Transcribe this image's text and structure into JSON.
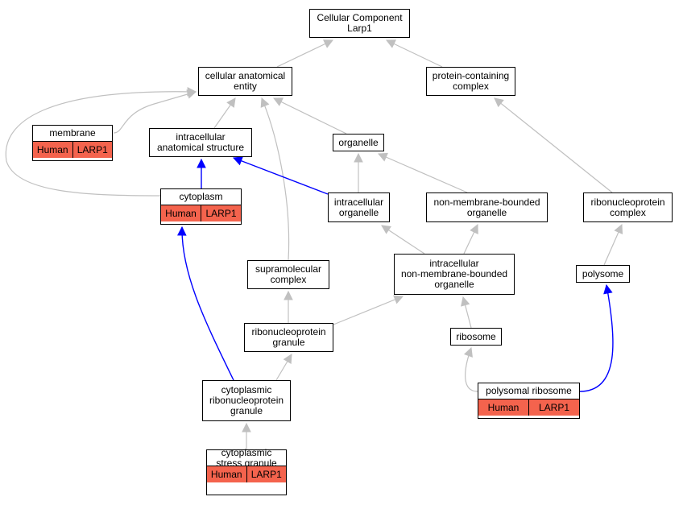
{
  "colors": {
    "edge_gray": "#c0c0c0",
    "edge_blue": "#0000ff",
    "annotation_fill": "#f4634d",
    "node_border": "#000000"
  },
  "nodes": {
    "root": {
      "lines": [
        "Cellular Component",
        "Larp1"
      ]
    },
    "cellular_anatomical_entity": {
      "lines": [
        "cellular anatomical",
        "entity"
      ]
    },
    "protein_containing_complex": {
      "lines": [
        "protein-containing",
        "complex"
      ]
    },
    "membrane": {
      "lines": [
        "membrane"
      ],
      "tags": [
        "Human",
        "LARP1"
      ]
    },
    "intracellular_anatomical_structure": {
      "lines": [
        "intracellular",
        "anatomical structure"
      ]
    },
    "organelle": {
      "lines": [
        "organelle"
      ]
    },
    "cytoplasm": {
      "lines": [
        "cytoplasm"
      ],
      "tags": [
        "Human",
        "LARP1"
      ]
    },
    "intracellular_organelle": {
      "lines": [
        "intracellular",
        "organelle"
      ]
    },
    "non_membrane_bounded_organelle": {
      "lines": [
        "non-membrane-bounded",
        "organelle"
      ]
    },
    "ribonucleoprotein_complex": {
      "lines": [
        "ribonucleoprotein",
        "complex"
      ]
    },
    "supramolecular_complex": {
      "lines": [
        "supramolecular",
        "complex"
      ]
    },
    "intracellular_nmbo": {
      "lines": [
        "intracellular",
        "non-membrane-bounded",
        "organelle"
      ]
    },
    "polysome": {
      "lines": [
        "polysome"
      ]
    },
    "ribonucleoprotein_granule": {
      "lines": [
        "ribonucleoprotein",
        "granule"
      ]
    },
    "ribosome": {
      "lines": [
        "ribosome"
      ]
    },
    "cytoplasmic_rnp_granule": {
      "lines": [
        "cytoplasmic",
        "ribonucleoprotein",
        "granule"
      ]
    },
    "polysomal_ribosome": {
      "lines": [
        "polysomal ribosome"
      ],
      "tags": [
        "Human",
        "LARP1"
      ]
    },
    "cytoplasmic_stress_granule": {
      "lines": [
        "cytoplasmic",
        "stress granule"
      ],
      "tags": [
        "Human",
        "LARP1"
      ]
    }
  },
  "edges": [
    {
      "from": "cellular_anatomical_entity",
      "to": "root",
      "color": "gray"
    },
    {
      "from": "protein_containing_complex",
      "to": "root",
      "color": "gray"
    },
    {
      "from": "membrane",
      "to": "cellular_anatomical_entity",
      "color": "gray"
    },
    {
      "from": "intracellular_anatomical_structure",
      "to": "cellular_anatomical_entity",
      "color": "gray"
    },
    {
      "from": "organelle",
      "to": "cellular_anatomical_entity",
      "color": "gray"
    },
    {
      "from": "cytoplasm",
      "to": "cellular_anatomical_entity",
      "color": "gray"
    },
    {
      "from": "supramolecular_complex",
      "to": "cellular_anatomical_entity",
      "color": "gray"
    },
    {
      "from": "ribonucleoprotein_complex",
      "to": "protein_containing_complex",
      "color": "gray"
    },
    {
      "from": "cytoplasm",
      "to": "intracellular_anatomical_structure",
      "color": "blue"
    },
    {
      "from": "intracellular_organelle",
      "to": "intracellular_anatomical_structure",
      "color": "blue"
    },
    {
      "from": "intracellular_organelle",
      "to": "organelle",
      "color": "gray"
    },
    {
      "from": "non_membrane_bounded_organelle",
      "to": "organelle",
      "color": "gray"
    },
    {
      "from": "intracellular_nmbo",
      "to": "intracellular_organelle",
      "color": "gray"
    },
    {
      "from": "intracellular_nmbo",
      "to": "non_membrane_bounded_organelle",
      "color": "gray"
    },
    {
      "from": "polysome",
      "to": "ribonucleoprotein_complex",
      "color": "gray"
    },
    {
      "from": "ribonucleoprotein_granule",
      "to": "supramolecular_complex",
      "color": "gray"
    },
    {
      "from": "ribonucleoprotein_granule",
      "to": "intracellular_nmbo",
      "color": "gray"
    },
    {
      "from": "ribosome",
      "to": "intracellular_nmbo",
      "color": "gray"
    },
    {
      "from": "cytoplasmic_rnp_granule",
      "to": "ribonucleoprotein_granule",
      "color": "gray"
    },
    {
      "from": "cytoplasmic_rnp_granule",
      "to": "cytoplasm",
      "color": "blue"
    },
    {
      "from": "polysomal_ribosome",
      "to": "ribosome",
      "color": "gray"
    },
    {
      "from": "polysomal_ribosome",
      "to": "polysome",
      "color": "blue"
    },
    {
      "from": "cytoplasmic_stress_granule",
      "to": "cytoplasmic_rnp_granule",
      "color": "gray"
    }
  ]
}
